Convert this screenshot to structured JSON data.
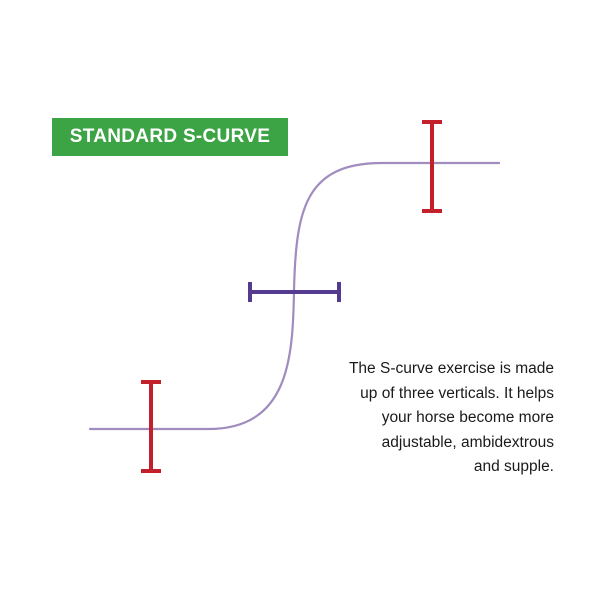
{
  "title": "STANDARD S-CURVE",
  "caption_lines": [
    "The S-curve exercise is made",
    "up of three verticals. It helps",
    "your horse become more",
    "adjustable, ambidextrous",
    "and supple."
  ],
  "colors": {
    "badge_background": "#3ca445",
    "badge_text": "#ffffff",
    "track": "#a08cbf",
    "outer_vertical": "#c4202c",
    "middle_vertical": "#553b8f",
    "caption_text": "#1a1a1a"
  }
}
